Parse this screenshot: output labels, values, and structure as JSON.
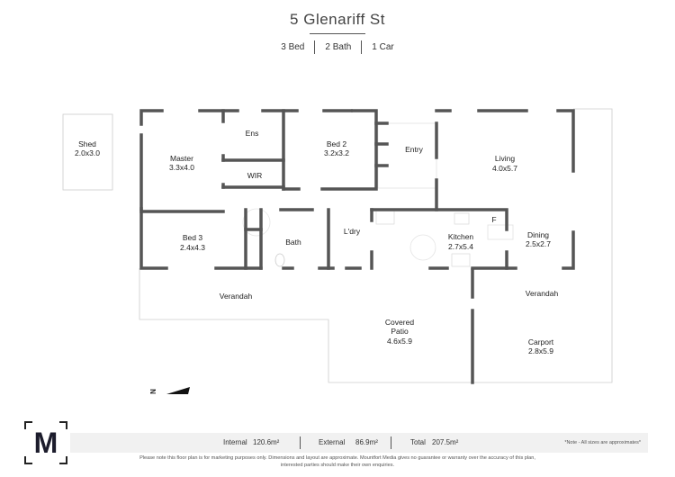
{
  "header": {
    "title": "5 Glenariff St",
    "specs": [
      "3 Bed",
      "2 Bath",
      "1 Car"
    ]
  },
  "rooms": {
    "shed": {
      "name": "Shed",
      "dims": "2.0x3.0"
    },
    "master": {
      "name": "Master",
      "dims": "3.3x4.0"
    },
    "ens": {
      "name": "Ens"
    },
    "wir": {
      "name": "WIR"
    },
    "bed2": {
      "name": "Bed 2",
      "dims": "3.2x3.2"
    },
    "entry": {
      "name": "Entry"
    },
    "living": {
      "name": "Living",
      "dims": "4.0x5.7"
    },
    "bed3": {
      "name": "Bed 3",
      "dims": "2.4x4.3"
    },
    "bath": {
      "name": "Bath"
    },
    "laundry": {
      "name": "L'dry"
    },
    "kitchen": {
      "name": "Kitchen",
      "dims": "2.7x5.4",
      "fridge": "F"
    },
    "dining": {
      "name": "Dining",
      "dims": "2.5x2.7"
    },
    "verandah_left": {
      "name": "Verandah"
    },
    "verandah_right": {
      "name": "Verandah"
    },
    "patio": {
      "name": "Covered",
      "name2": "Patio",
      "dims": "4.6x5.9"
    },
    "carport": {
      "name": "Carport",
      "dims": "2.8x5.9"
    }
  },
  "compass": {
    "label": "N"
  },
  "logo": {
    "letter": "M"
  },
  "areas": {
    "internal_label": "Internal",
    "internal_value": "120.6m²",
    "external_label": "External",
    "external_value": "86.9m²",
    "total_label": "Total",
    "total_value": "207.5m²",
    "note": "*Note - All sizes are approximates*"
  },
  "disclaimer": {
    "line1": "Please note this floor plan is for marketing purposes only. Dimensions and layout are approximate. Mountfort Media gives no guarantee or warranty over the accuracy of this plan,",
    "line2": "interested parties should make their own enquiries."
  }
}
